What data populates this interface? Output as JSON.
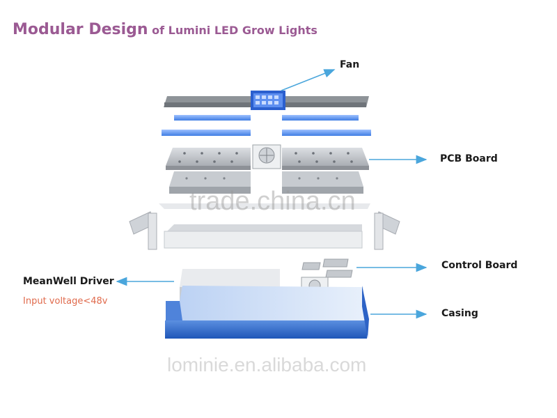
{
  "title": {
    "part1": "Modular Design",
    "part2": "of Lumini LED Grow Lights"
  },
  "labels": {
    "fan": "Fan",
    "pcb_board": "PCB Board",
    "control_board": "Control Board",
    "meanwell_driver": "MeanWell Driver",
    "input_voltage": "Input voltage<48v",
    "casing": "Casing"
  },
  "watermarks": {
    "center": "trade.china.cn",
    "bottom": "lominie.en.alibaba.com"
  },
  "colors": {
    "title": "#9b5a93",
    "arrow": "#4aa6dc",
    "casing_blue": "#2f6fd0",
    "note_red": "#e06a4c"
  }
}
